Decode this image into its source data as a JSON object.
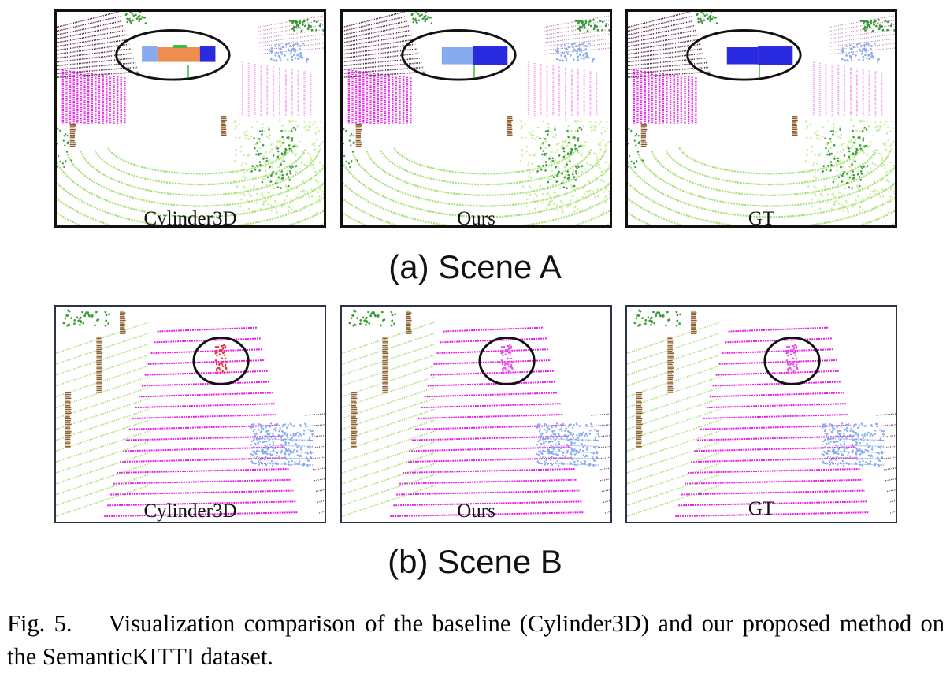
{
  "scene_a": {
    "caption": "(a) Scene A",
    "panels": [
      {
        "label": "Cylinder3D",
        "highlight": "car segmented as mixed classes (orange / blue / green)"
      },
      {
        "label": "Ours",
        "highlight": "car segmented mostly as car (blue)"
      },
      {
        "label": "GT",
        "highlight": "car (blue)"
      }
    ]
  },
  "scene_b": {
    "caption": "(b) Scene B",
    "panels": [
      {
        "label": "Cylinder3D",
        "highlight": "person predicted as red"
      },
      {
        "label": "Ours",
        "highlight": "person predicted as pink"
      },
      {
        "label": "GT",
        "highlight": "person pink"
      }
    ]
  },
  "figure_caption": {
    "number": "Fig. 5.",
    "text": "Visualization comparison of the baseline (Cylinder3D) and our proposed method on the SemanticKITTI dataset."
  },
  "colors": {
    "road": "#e619e6",
    "terrain": "#a8e07a",
    "vegetation": "#3a9a3a",
    "trunk": "#8a5a2a",
    "car": "#2a2ae0",
    "car_light": "#88aaee",
    "building": "#f5a0f0",
    "fence": "#5a2a4a",
    "wrong_class": "#ef8c4f",
    "person_pred_wrong": "#e83030",
    "circle": "#111111"
  }
}
